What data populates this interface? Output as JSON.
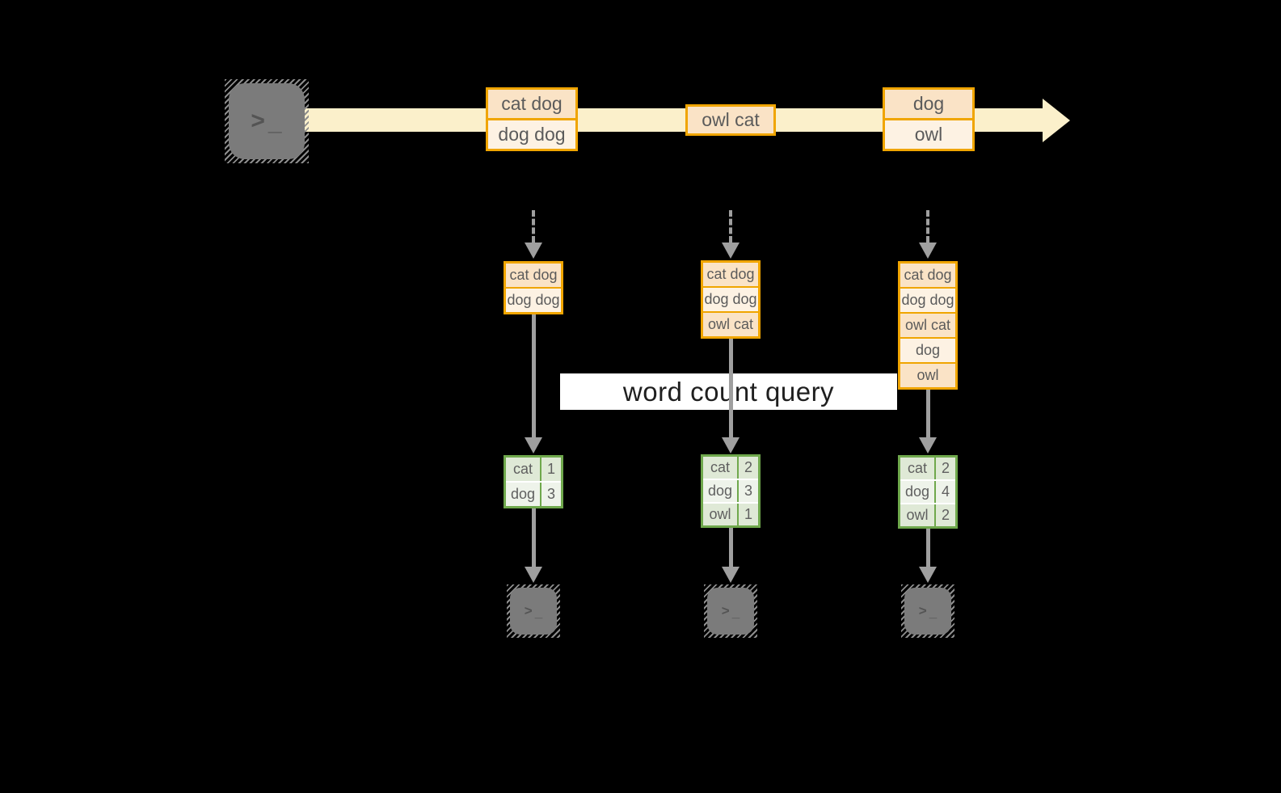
{
  "query_label": "word count query",
  "terminal": {
    "prompt_chevron": ">",
    "prompt_cursor": "_"
  },
  "colors": {
    "background": "#000000",
    "timeline_band": "#fbf0cb",
    "batch_border": "#f0a500",
    "batch_row_dark": "#fae3c6",
    "batch_row_light": "#fdf2e3",
    "table_border": "#6fa84c",
    "table_row_dark": "#dfe9d6",
    "table_row_light": "#eef3ea",
    "arrow_gray": "#9f9f9f",
    "terminal_gray": "#7b7b7b",
    "query_band_bg": "#ffffff"
  },
  "timeline": {
    "batches": [
      {
        "rows": [
          "cat dog",
          "dog dog"
        ]
      },
      {
        "rows": [
          "owl cat"
        ]
      },
      {
        "rows": [
          "dog",
          "owl"
        ]
      }
    ]
  },
  "states": [
    {
      "rows": [
        "cat dog",
        "dog dog"
      ]
    },
    {
      "rows": [
        "cat dog",
        "dog dog",
        "owl cat"
      ]
    },
    {
      "rows": [
        "cat dog",
        "dog dog",
        "owl cat",
        "dog",
        "owl"
      ]
    }
  ],
  "results": [
    {
      "rows": [
        {
          "word": "cat",
          "count": "1"
        },
        {
          "word": "dog",
          "count": "3"
        }
      ]
    },
    {
      "rows": [
        {
          "word": "cat",
          "count": "2"
        },
        {
          "word": "dog",
          "count": "3"
        },
        {
          "word": "owl",
          "count": "1"
        }
      ]
    },
    {
      "rows": [
        {
          "word": "cat",
          "count": "2"
        },
        {
          "word": "dog",
          "count": "4"
        },
        {
          "word": "owl",
          "count": "2"
        }
      ]
    }
  ]
}
